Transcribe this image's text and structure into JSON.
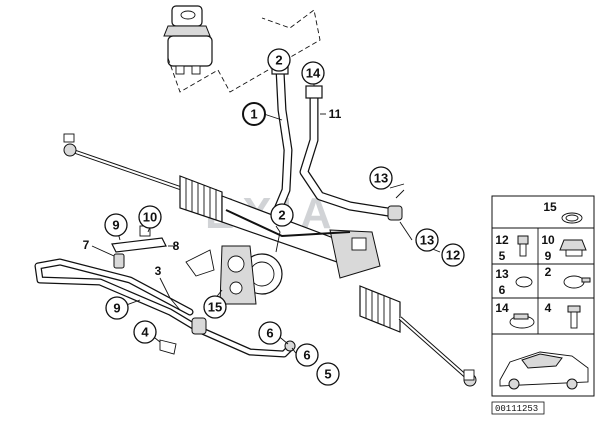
{
  "watermark": "EXIA",
  "reference_number": "00111253",
  "highlight_color": "#d0202a",
  "callouts": {
    "c1": "1",
    "c2a": "2",
    "c2b": "2",
    "c3": "3",
    "c4": "4",
    "c5": "5",
    "c6a": "6",
    "c6b": "6",
    "c7": "7",
    "c8": "8",
    "c9a": "9",
    "c9b": "9",
    "c10": "10",
    "c11": "11",
    "c12": "12",
    "c13a": "13",
    "c13b": "13",
    "c14": "14",
    "c15": "15"
  },
  "legend": {
    "l15": "15",
    "l12": "12",
    "l5": "5",
    "l10": "10",
    "l9": "9",
    "l13": "13",
    "l6": "6",
    "l2": "2",
    "l14": "14",
    "l4": "4"
  }
}
